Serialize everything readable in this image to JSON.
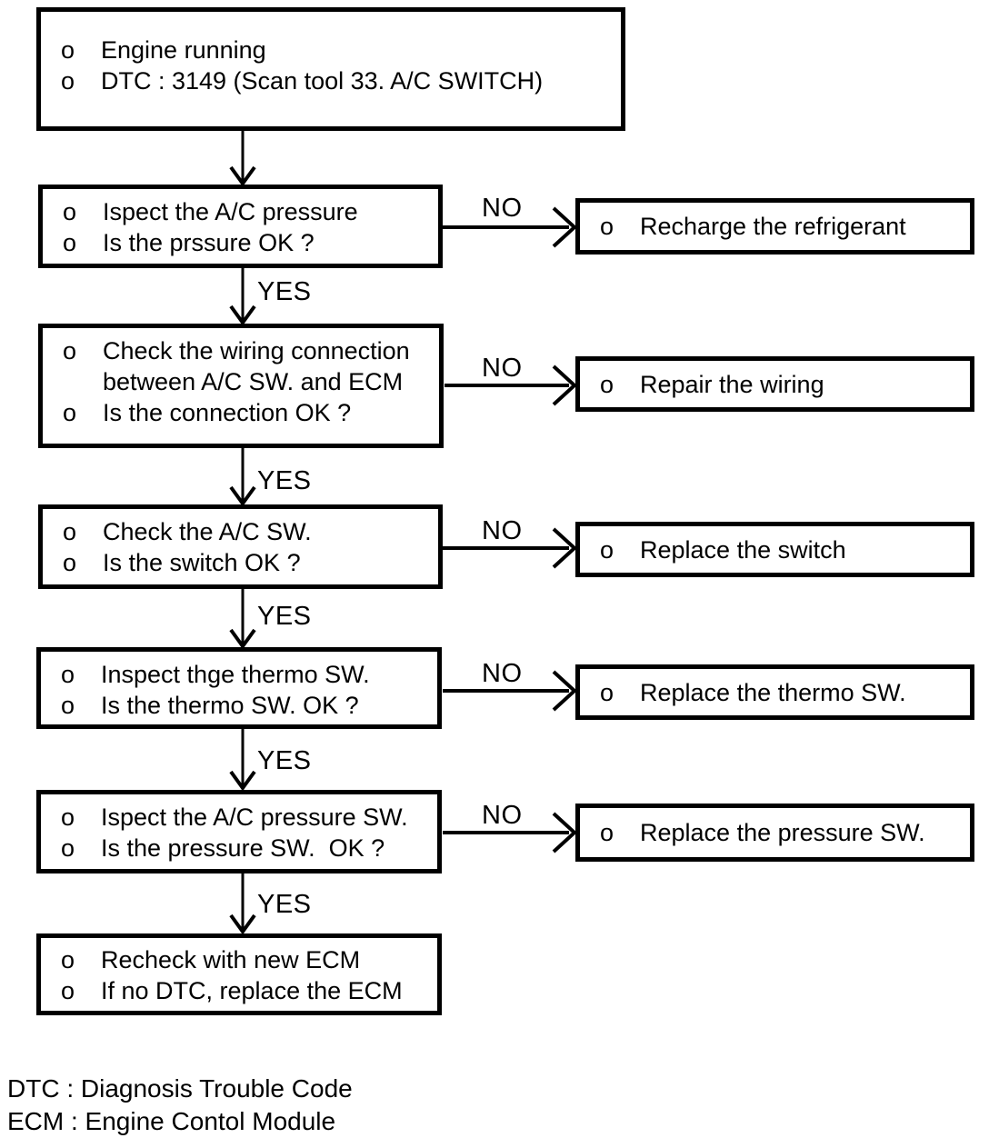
{
  "bullet": "o",
  "connector_labels": {
    "yes": "YES",
    "no": "NO"
  },
  "flow": {
    "start": [
      "Engine running",
      "DTC : 3149 (Scan tool 33. A/C SWITCH)"
    ],
    "step1": [
      "Ispect the A/C pressure",
      "Is the prssure OK ?"
    ],
    "step2": [
      "Check the wiring connection between A/C SW. and ECM",
      "Is the connection OK ?"
    ],
    "step3": [
      "Check the A/C SW.",
      "Is the switch OK ?"
    ],
    "step4": [
      "Inspect thge thermo SW.",
      "Is the thermo SW. OK ?"
    ],
    "step5": [
      "Ispect the A/C pressure SW.",
      "Is the pressure SW.  OK ?"
    ],
    "final": [
      "Recheck with new ECM",
      "If no DTC, replace the ECM"
    ],
    "no_actions": [
      "Recharge the refrigerant",
      "Repair the wiring",
      "Replace the switch",
      "Replace the thermo SW.",
      "Replace the pressure SW."
    ]
  },
  "legend": [
    "DTC : Diagnosis Trouble Code",
    "ECM : Engine Contol Module"
  ]
}
